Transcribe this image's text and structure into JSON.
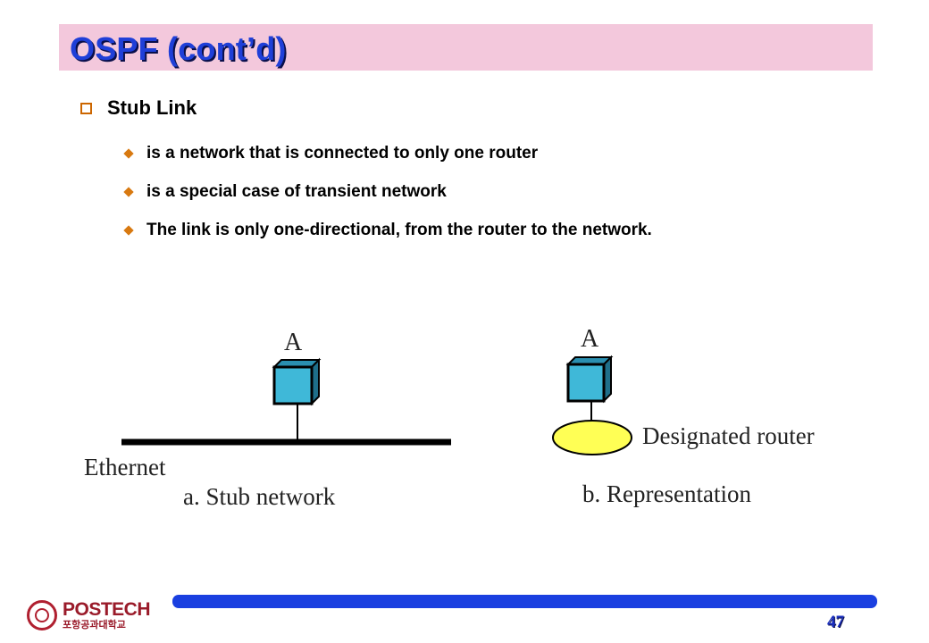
{
  "slide": {
    "title": "OSPF (cont’d)",
    "heading": "Stub Link",
    "bullets": [
      "is a network that is connected to only one router",
      "is a special case of transient network",
      "The link is only one-directional, from the router to the network."
    ]
  },
  "diagram": {
    "left": {
      "router_label": "A",
      "network_label": "Ethernet",
      "caption": "a. Stub network"
    },
    "right": {
      "router_label": "A",
      "designated_label": "Designated router",
      "caption": "b.  Representation"
    },
    "colors": {
      "router_fill": "#3fb8d8",
      "ellipse_fill": "#ffff55"
    }
  },
  "footer": {
    "logo_name": "POSTECH",
    "logo_sub": "포항공과대학교",
    "page_number": "47"
  }
}
